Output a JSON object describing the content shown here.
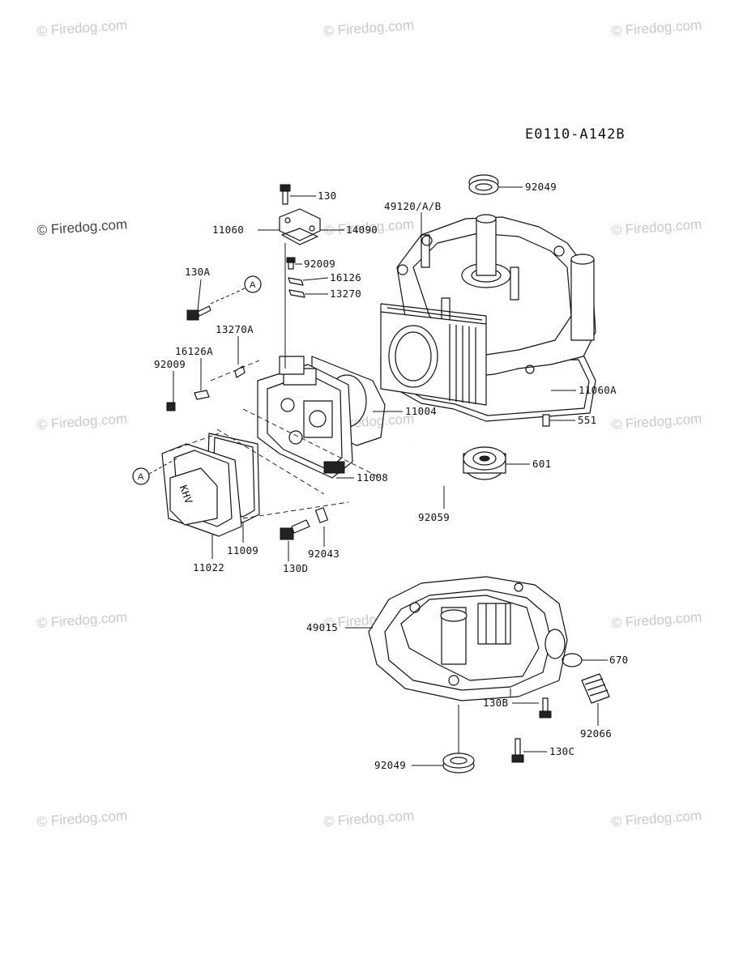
{
  "diagram_code": "E0110-A142B",
  "watermark_text": "© Firedog.com",
  "callout_marker": "A",
  "parts": {
    "p130": "130",
    "p11060": "11060",
    "p14090": "14090",
    "p92009_top": "92009",
    "p16126": "16126",
    "p13270": "13270",
    "p130A": "130A",
    "p13270A": "13270A",
    "p16126A": "16126A",
    "p92009_left": "92009",
    "p49120": "49120/A/B",
    "p92049_top": "92049",
    "p11060A": "11060A",
    "p551": "551",
    "p601": "601",
    "p11004": "11004",
    "p11008": "11008",
    "p92059": "92059",
    "p11009": "11009",
    "p11022": "11022",
    "p92043": "92043",
    "p130D": "130D",
    "p49015": "49015",
    "p670": "670",
    "p130B": "130B",
    "p92066": "92066",
    "p130C": "130C",
    "p92049_bottom": "92049"
  },
  "cover_emblem": "KHV"
}
